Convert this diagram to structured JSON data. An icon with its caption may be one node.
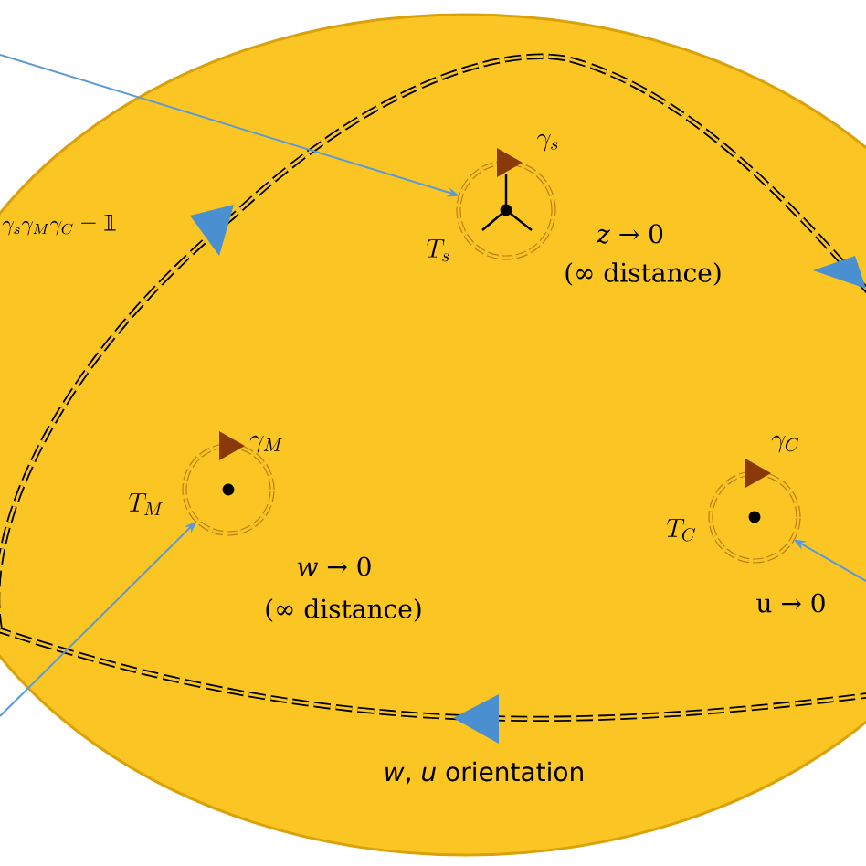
{
  "diagram": {
    "nodes": [
      {
        "text": [
          "\\gamma_s",
          "T_s"
        ],
        "beside": [
          "*z* → 0",
          "(∞ distance)"
        ]
      },
      {
        "text": [
          "\\gamma_M",
          "T_M"
        ],
        "beside": [
          "*w* → 0",
          "(∞ distance)"
        ]
      },
      {
        "text": [
          "\\gamma_C",
          "T_C"
        ],
        "beside": [
          "u → 0"
        ]
      }
    ],
    "edges": [
      {
        "from": null,
        "to": 0,
        "arrow": "to"
      },
      {
        "from": null,
        "to": 1,
        "arrow": "to"
      },
      {
        "from": null,
        "to": 2,
        "arrow": "to"
      }
    ],
    "labels": [
      "\\gamma_s\\gamma_M\\gamma_C = \\textsf{𝟙}",
      "*w*, *u* orientation"
    ]
  }
}
